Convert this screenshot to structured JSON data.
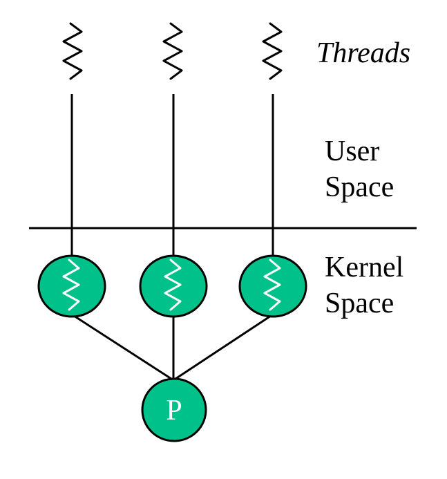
{
  "labels": {
    "threads": "Threads",
    "user_space_line1": "User",
    "user_space_line2": "Space",
    "kernel_space_line1": "Kernel",
    "kernel_space_line2": "Space",
    "process": "P"
  },
  "colors": {
    "node_fill": "#00c18a",
    "line": "#000000",
    "kernel_squiggle": "#ffffff",
    "background": "#ffffff"
  },
  "structure": {
    "user_threads": 3,
    "kernel_threads": 3,
    "processes": 1,
    "mapping": "one-to-one"
  }
}
